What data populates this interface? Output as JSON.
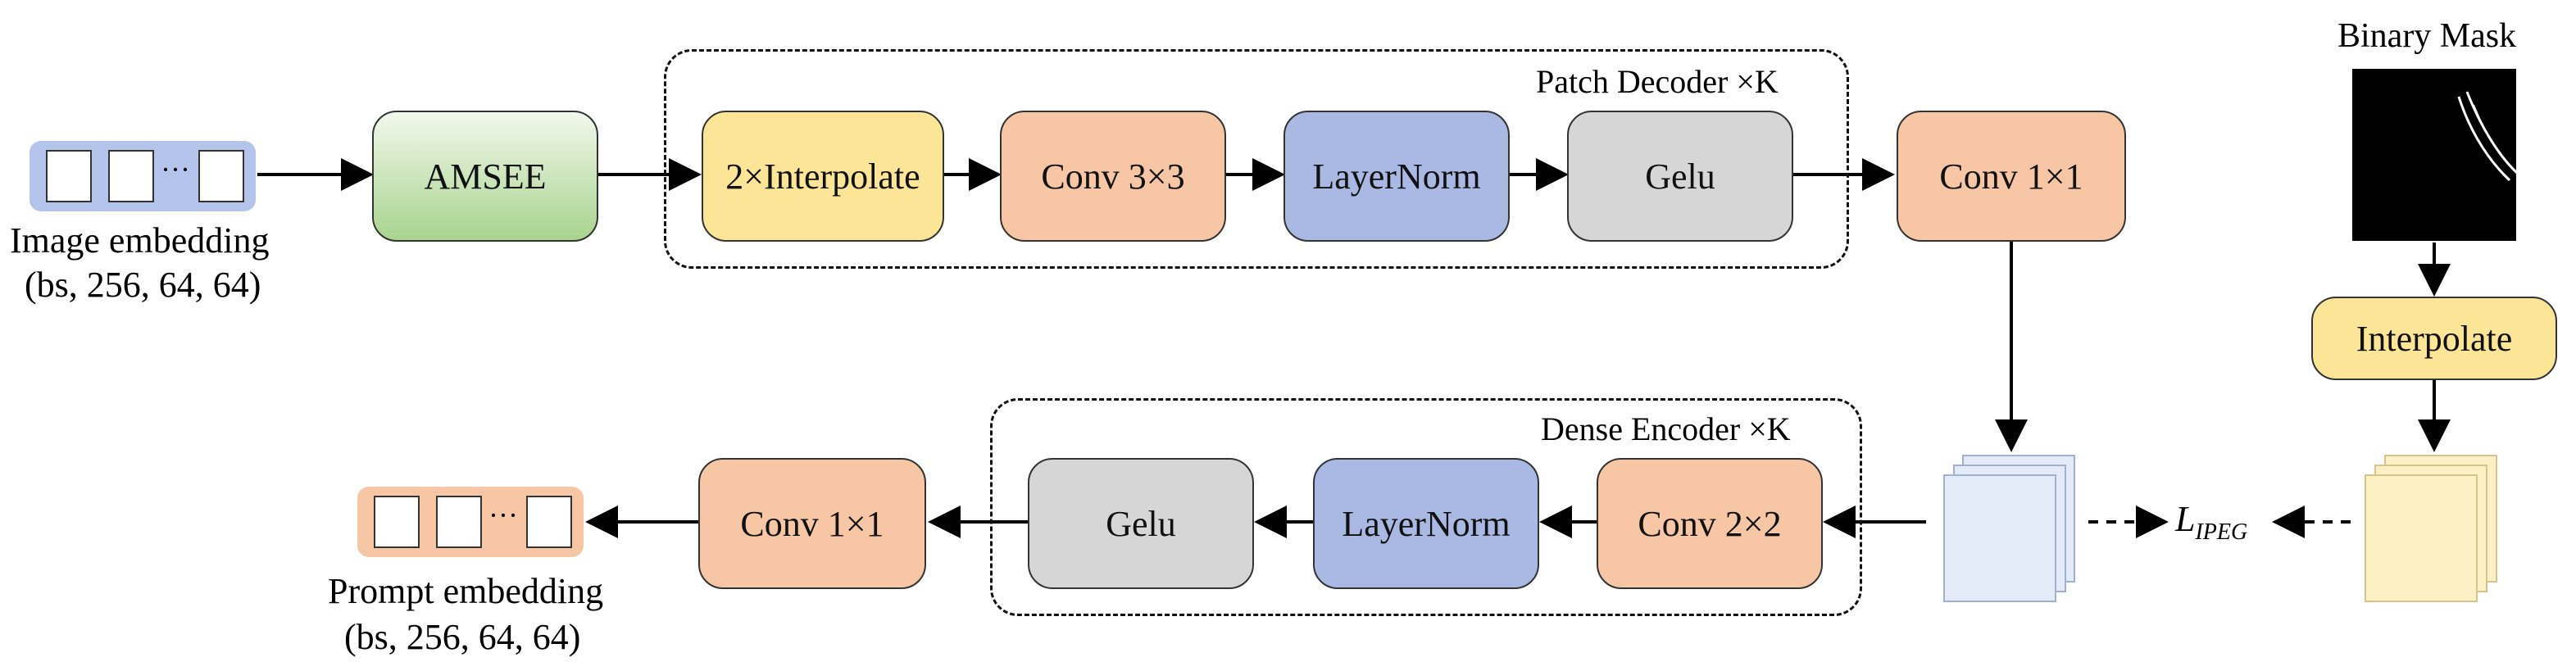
{
  "input": {
    "name": "Image embedding",
    "shape": "(bs, 256, 64, 64)"
  },
  "output": {
    "name": "Prompt embedding",
    "shape": "(bs, 256, 64, 64)"
  },
  "blocks": {
    "amsee": "AMSEE",
    "interp2x": "2×Interpolate",
    "conv3": "Conv 3×3",
    "layernorm_top": "LayerNorm",
    "gelu_top": "Gelu",
    "conv1_top": "Conv 1×1",
    "conv2": "Conv 2×2",
    "layernorm_bottom": "LayerNorm",
    "gelu_bottom": "Gelu",
    "conv1_bottom": "Conv 1×1",
    "interpolate_right": "Interpolate"
  },
  "groups": {
    "patch_decoder": "Patch Decoder ×K",
    "dense_encoder": "Dense Encoder ×K"
  },
  "mask": {
    "title": "Binary Mask"
  },
  "loss": {
    "symbol": "L",
    "subscript": "IPEG"
  },
  "token_dots": "···",
  "colors": {
    "green_block": "#a8d48e",
    "yellow_block": "#fde597",
    "orange_block": "#f7c7a5",
    "blue_block": "#a9b9e3",
    "gray_block": "#d6d6d6",
    "input_tokens_bg": "#b4c4ea",
    "output_tokens_bg": "#f7c7a5",
    "feature_map_blue": "#e4ebf8",
    "feature_map_yellow": "#fdf0c4"
  }
}
